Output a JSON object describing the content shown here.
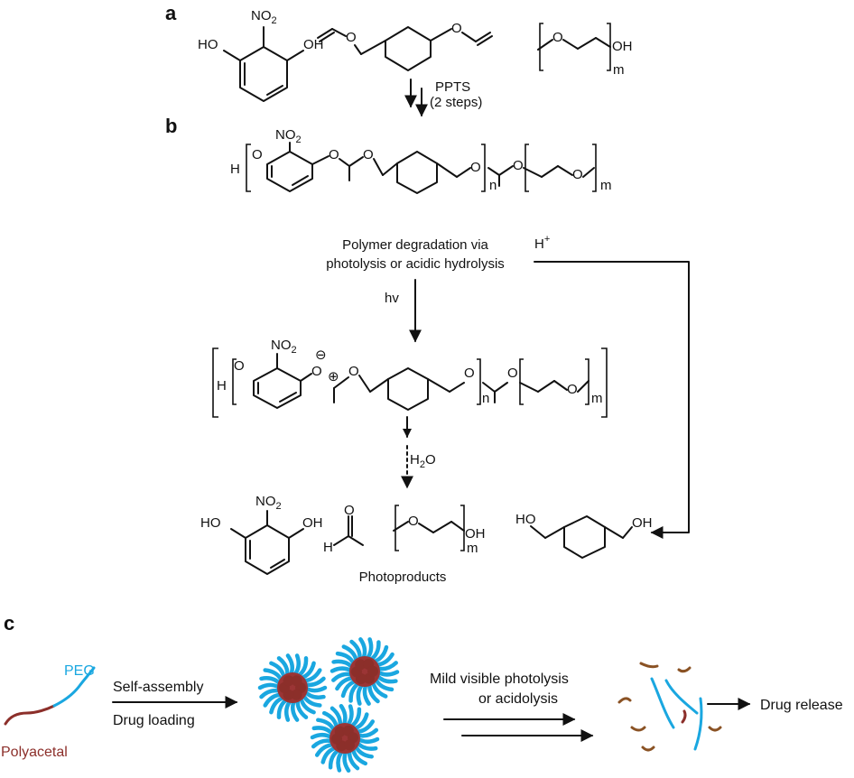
{
  "panels": {
    "a": "a",
    "b": "b",
    "c": "c"
  },
  "chem": {
    "NO": "NO",
    "two": "2",
    "HO": "HO",
    "OH": "OH",
    "O": "O",
    "H": "H",
    "m": "m",
    "n": "n",
    "minus": "⊖",
    "plus": "⊕"
  },
  "reaction_a": {
    "reagent": "PPTS",
    "condition": "(2 steps)"
  },
  "degradation": {
    "line1": "Polymer degradation via",
    "line2": "photolysis or acidic hydrolysis",
    "acid": "H",
    "acid_sup": "+",
    "light": "hv",
    "water": "H",
    "water_sub": "2",
    "water_o": "O",
    "products_label": "Photoproducts"
  },
  "panel_c": {
    "peg": "PEG",
    "polyacetal": "Polyacetal",
    "step1_line1": "Self-assembly",
    "step1_line2": "Drug loading",
    "step2_line1": "Mild visible photolysis",
    "step2_line2": "or acidolysis",
    "result": "Drug release"
  },
  "colors": {
    "peg": "#1aa7e0",
    "polyacetal": "#8c2f2a",
    "core": "#9b3535",
    "fragment_brown": "#8a5224",
    "ink": "#111111"
  }
}
